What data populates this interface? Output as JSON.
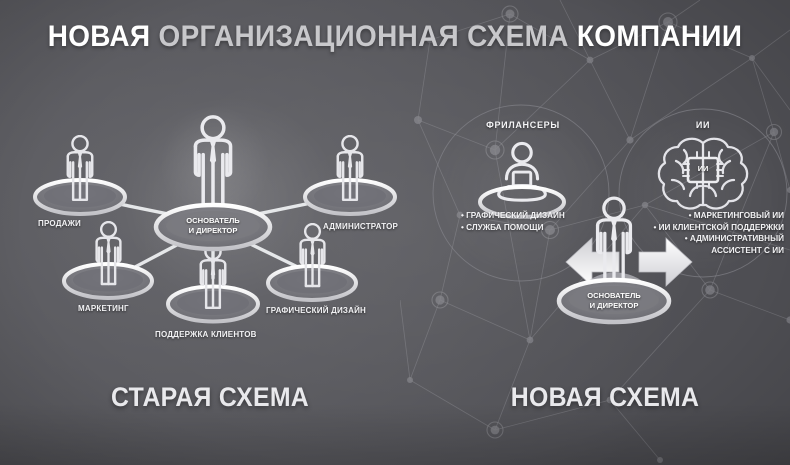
{
  "title": {
    "part_strong_1": "НОВАЯ ",
    "part_soft": "ОРГАНИЗАЦИОННАЯ СХЕМА ",
    "part_strong_2": "КОМПАНИИ"
  },
  "captions": {
    "old": "СТАРАЯ СХЕМА",
    "new": "НОВАЯ СХЕМА"
  },
  "old_scheme": {
    "center": {
      "line1": "ОСНОВАТЕЛЬ",
      "line2": "И ДИРЕКТОР"
    },
    "nodes": [
      {
        "label": "ПРОДАЖИ"
      },
      {
        "label": "АДМИНИСТРАТОР"
      },
      {
        "label": "МАРКЕТИНГ"
      },
      {
        "label": "ПОДДЕРЖКА КЛИЕНТОВ"
      },
      {
        "label": "ГРАФИЧЕСКИЙ ДИЗАЙН"
      }
    ]
  },
  "new_scheme": {
    "center": {
      "line1": "ОСНОВАТЕЛЬ",
      "line2": "И ДИРЕКТОР"
    },
    "left_group": {
      "heading": "ФРИЛАНСЕРЫ",
      "icon": "person-with-laptop-icon",
      "items": [
        "• ГРАФИЧЕСКИЙ ДИЗАЙН",
        "• СЛУЖБА ПОМОЩИ"
      ]
    },
    "right_group": {
      "heading": "ИИ",
      "icon": "brain-chip-icon",
      "chip_label": "ИИ",
      "items": [
        "• МАРКЕТИНГОВЫЙ ИИ",
        "• ИИ КЛИЕНТСКОЙ ПОДДЕРЖКИ",
        "• АДМИНИСТРАТИВНЫЙ",
        "АССИСТЕНТ С ИИ"
      ]
    }
  },
  "colors": {
    "background": "#5a5a5e",
    "title_strong": "#ffffff",
    "title_soft": "#c8c8cb",
    "label": "#f2f2f4",
    "figure_outline": "#e8e8ea",
    "platform": "#d9d9dc"
  }
}
